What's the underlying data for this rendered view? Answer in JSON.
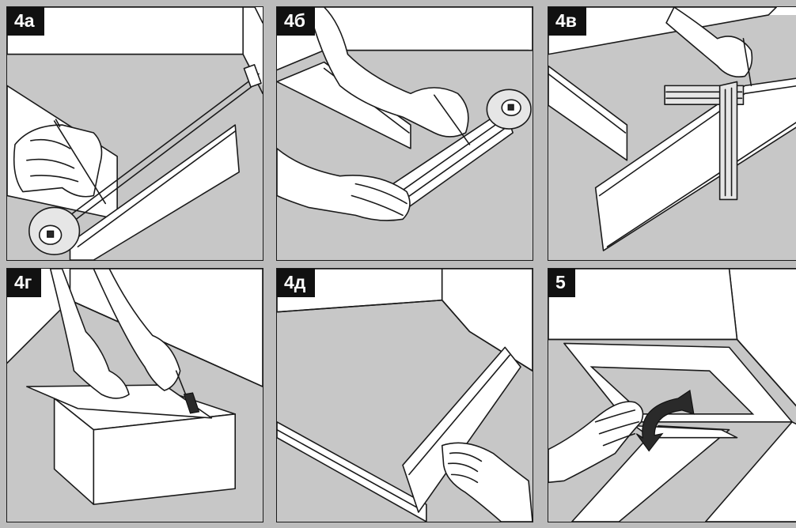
{
  "panels": [
    {
      "label": "4а"
    },
    {
      "label": "4б"
    },
    {
      "label": "4в"
    },
    {
      "label": "4г"
    },
    {
      "label": "4д"
    },
    {
      "label": "5"
    }
  ]
}
